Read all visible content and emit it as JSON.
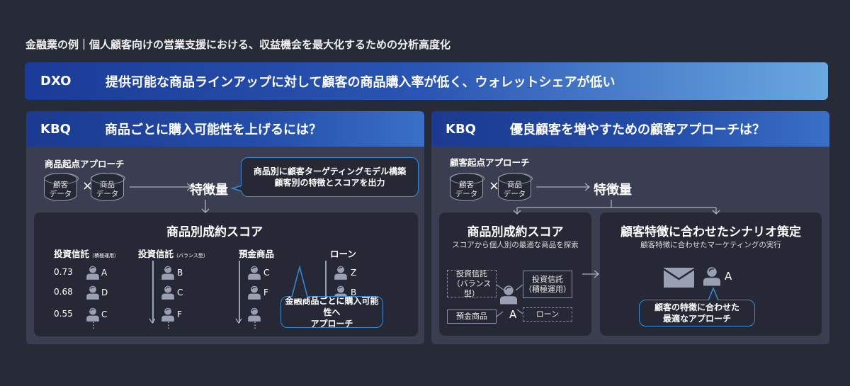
{
  "title": "金融業の例｜個人顧客向けの営業支援における、収益機会を最大化するための分析高度化",
  "dxo": {
    "tag": "DXO",
    "text": "提供可能な商品ラインアップに対して顧客の商品購入率が低く、ウォレットシェアが低い"
  },
  "left": {
    "tag": "KBQ",
    "question": "商品ごとに購入可能性を上げるには？",
    "approach": "商品起点アプローチ",
    "cyl1": [
      "顧客",
      "データ"
    ],
    "cyl2": [
      "商品",
      "データ"
    ],
    "times": "×",
    "feature": "特徴量",
    "callout": [
      "商品別に顧客ターゲティングモデル構築",
      "顧客別の特徴とスコアを出力"
    ],
    "score_title": "商品別成約スコア",
    "columns": [
      {
        "name": "投資信託",
        "note": "（積極運用）",
        "rows": [
          "A",
          "D",
          "C"
        ],
        "scores": [
          "0.73",
          "0.68",
          "0.55"
        ]
      },
      {
        "name": "投資信託",
        "note": "（バランス型）",
        "rows": [
          "B",
          "C",
          "F"
        ]
      },
      {
        "name": "預金商品",
        "rows": [
          "C",
          "F",
          ""
        ]
      },
      {
        "name": "ローン",
        "rows": [
          "Z",
          "B"
        ]
      }
    ],
    "callout2": [
      "金融商品ごとに購入可能性へ",
      "アプローチ"
    ],
    "more": "⋮"
  },
  "right": {
    "tag": "KBQ",
    "question": "優良顧客を増やすための顧客アプローチは？",
    "approach": "顧客起点アプローチ",
    "cyl1": [
      "顧客",
      "データ"
    ],
    "cyl2": [
      "商品",
      "データ"
    ],
    "times": "×",
    "feature": "特徴量",
    "box1": {
      "title": "商品別成約スコア",
      "sub": "スコアから個人別の最適な商品を探索",
      "chips": [
        [
          "投資信託",
          "（バランス型）"
        ],
        [
          "投資信託",
          "（積極運用）"
        ],
        [
          "預金商品"
        ],
        [
          "ローン"
        ]
      ],
      "person": "A"
    },
    "box2": {
      "title": "顧客特徴に合わせたシナリオ策定",
      "sub": "顧客特徴に合わせたマーケティングの実行",
      "person": "A",
      "callout": [
        "顧客の特徴に合わせた",
        "最適なアプローチ"
      ]
    }
  }
}
